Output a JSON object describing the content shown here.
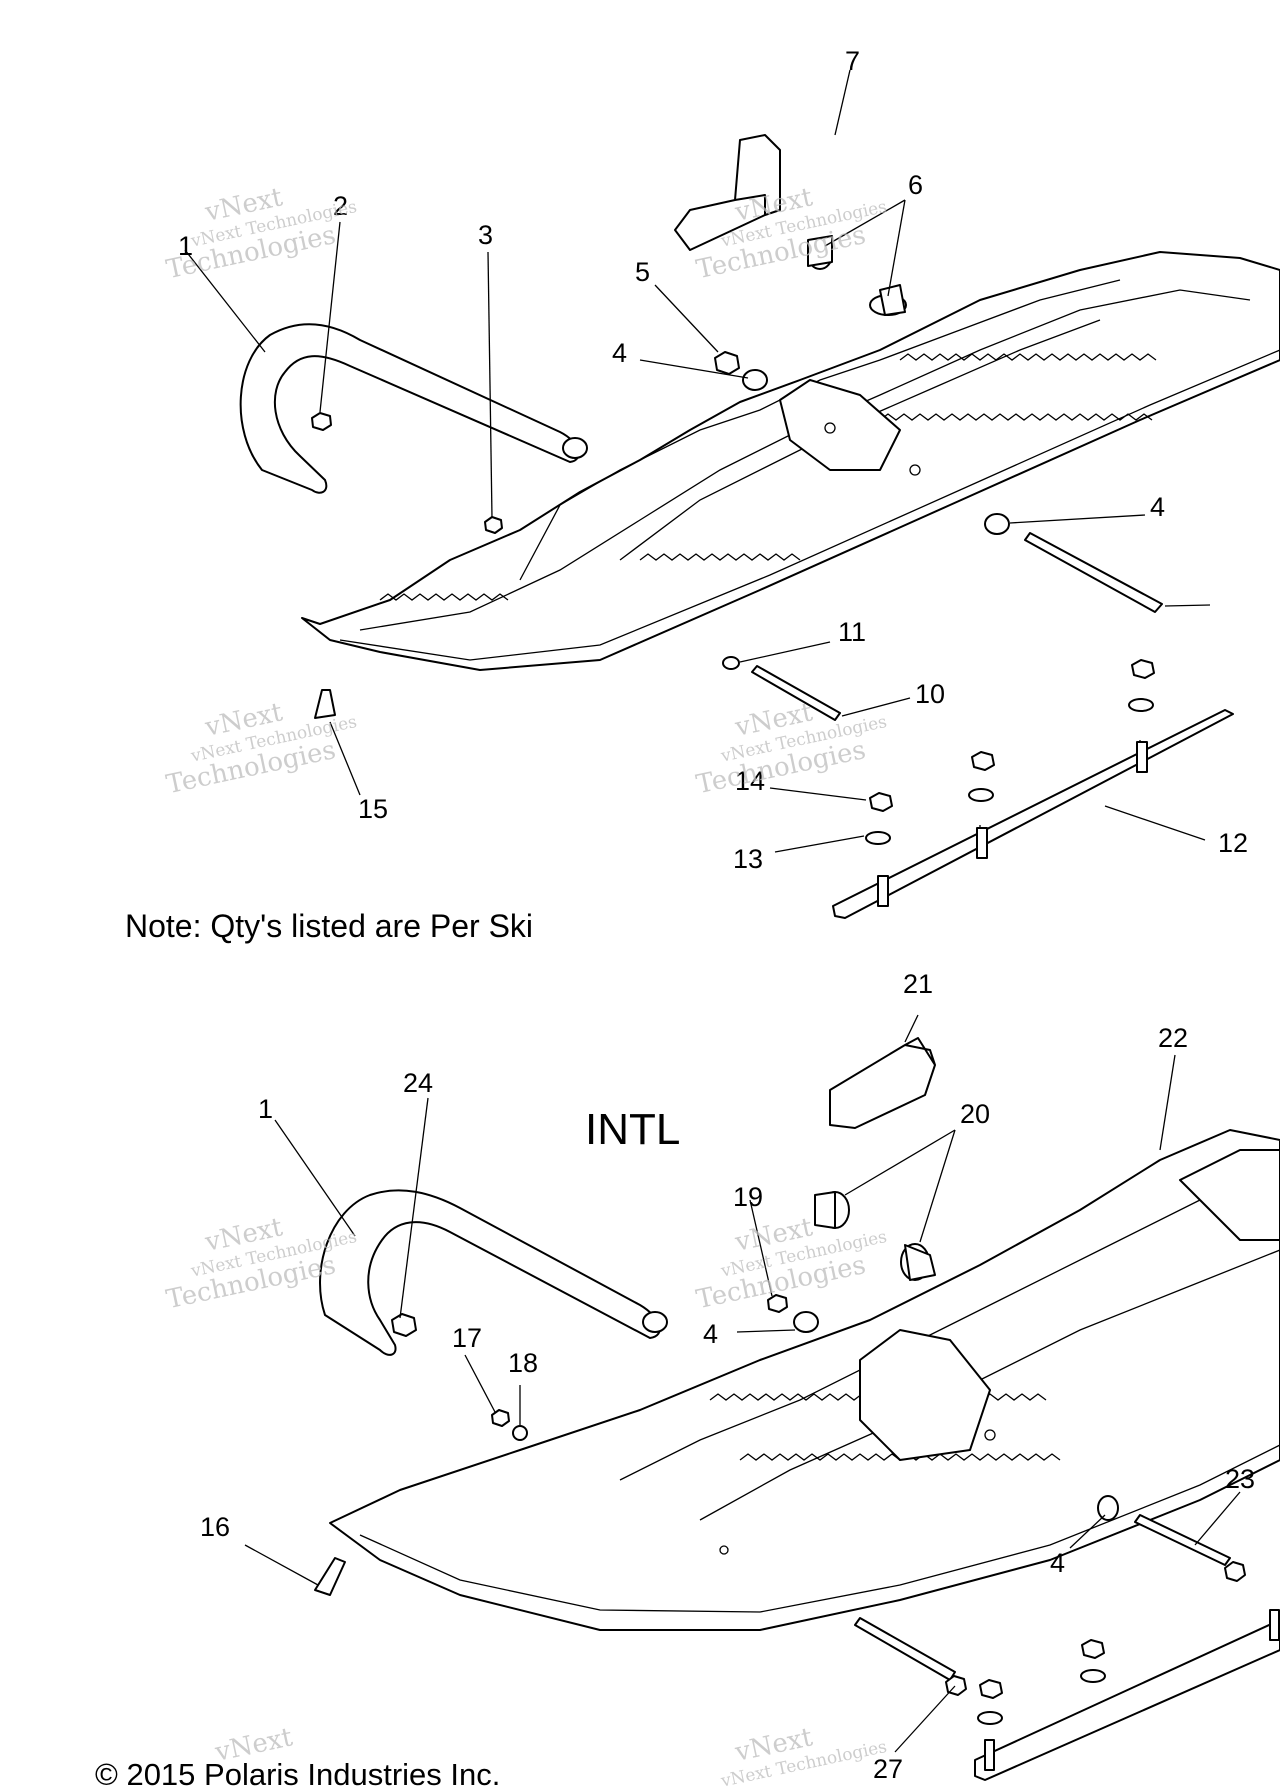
{
  "note": "Note: Qty's listed are Per Ski",
  "intl_label": "INTL",
  "copyright": "© 2015 Polaris Industries Inc.",
  "watermark": {
    "line1": "vNext",
    "line2": "vNext Technologies",
    "line3": "Technologies"
  },
  "callouts": {
    "c1a": "1",
    "c2": "2",
    "c3": "3",
    "c4a": "4",
    "c4b": "4",
    "c5": "5",
    "c6": "6",
    "c7": "7",
    "c10": "10",
    "c11": "11",
    "c12": "12",
    "c13": "13",
    "c14": "14",
    "c15": "15",
    "c1b": "1",
    "c4c": "4",
    "c4d": "4",
    "c16": "16",
    "c17": "17",
    "c18": "18",
    "c19": "19",
    "c20": "20",
    "c21": "21",
    "c22": "22",
    "c23": "23",
    "c24": "24",
    "c27": "27"
  }
}
